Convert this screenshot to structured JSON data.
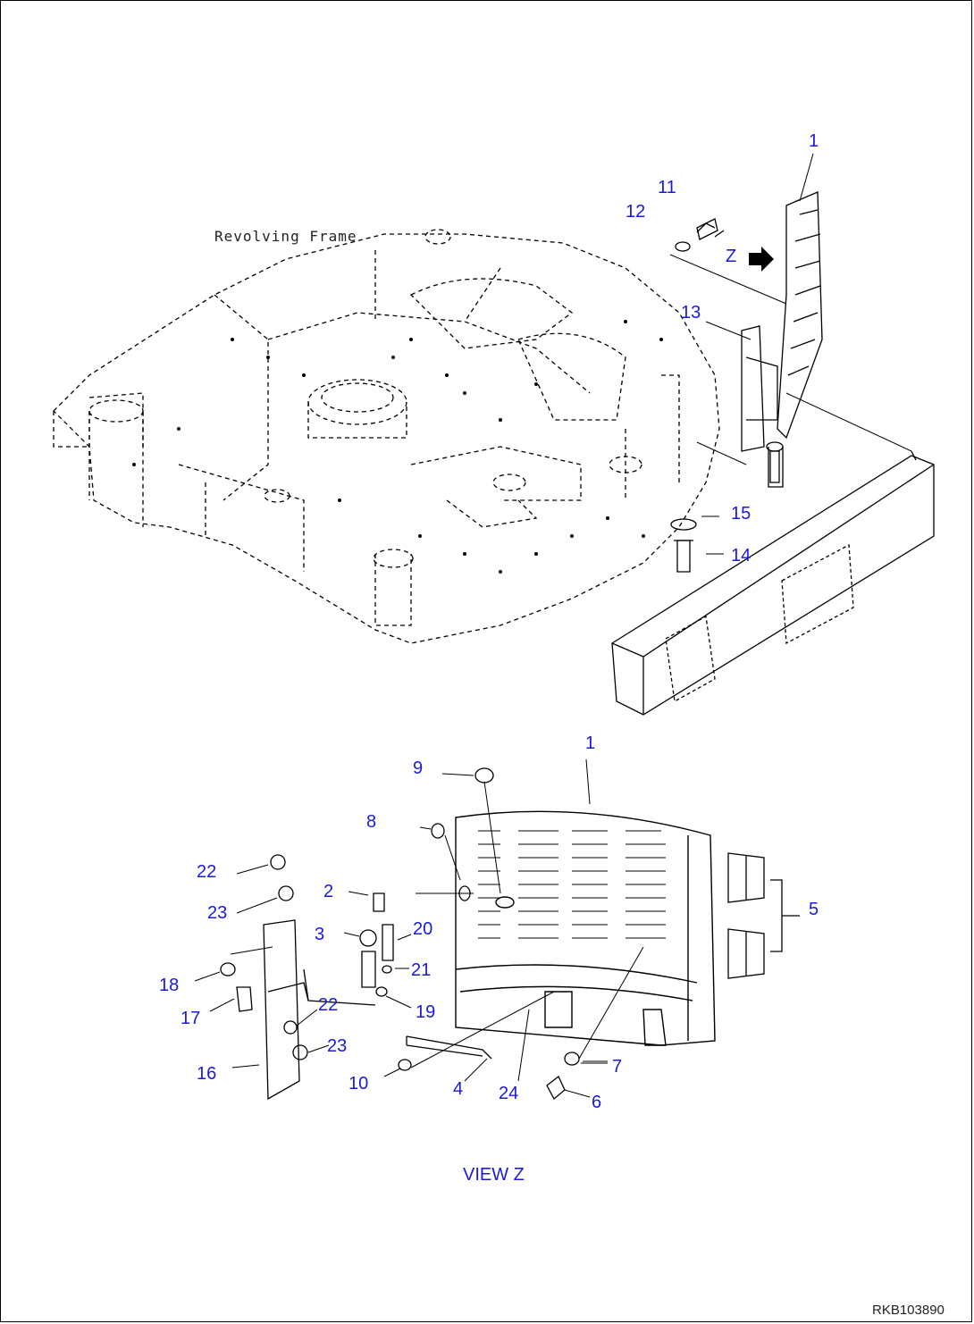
{
  "frame_label": "Revolving Frame",
  "view_label": "VIEW Z",
  "view_marker": "Z",
  "drawing_code": "RKB103890",
  "callouts_top": [
    "1",
    "11",
    "12",
    "13",
    "14",
    "15"
  ],
  "callouts_bottom": [
    "1",
    "9",
    "8",
    "22",
    "2",
    "23",
    "3",
    "20",
    "5",
    "21",
    "18",
    "17",
    "19",
    "22",
    "23",
    "16",
    "10",
    "4",
    "24",
    "7",
    "6"
  ],
  "colors": {
    "callout": "#1a1adb",
    "line": "#000000"
  }
}
